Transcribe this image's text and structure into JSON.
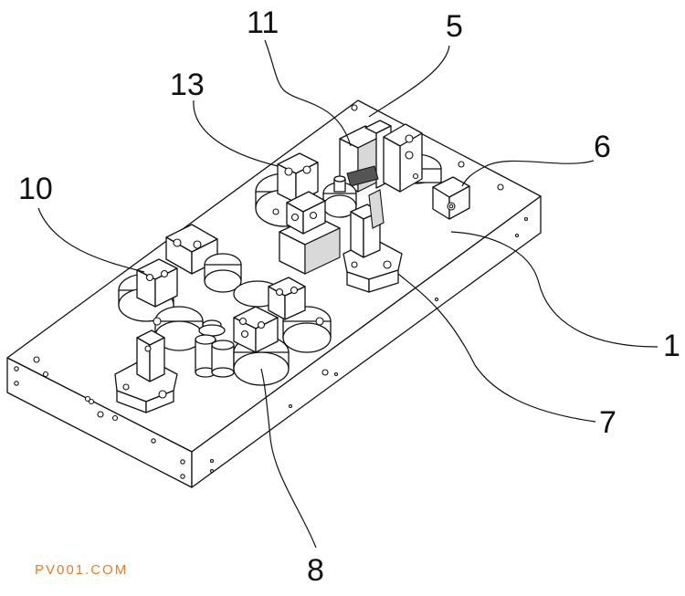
{
  "labels": {
    "l1": "1",
    "l5": "5",
    "l6": "6",
    "l7": "7",
    "l8": "8",
    "l10": "10",
    "l11": "11",
    "l13": "13"
  },
  "watermark": "PV001.COM",
  "colors": {
    "line": "#111111",
    "watermark": "#f07a1a"
  }
}
